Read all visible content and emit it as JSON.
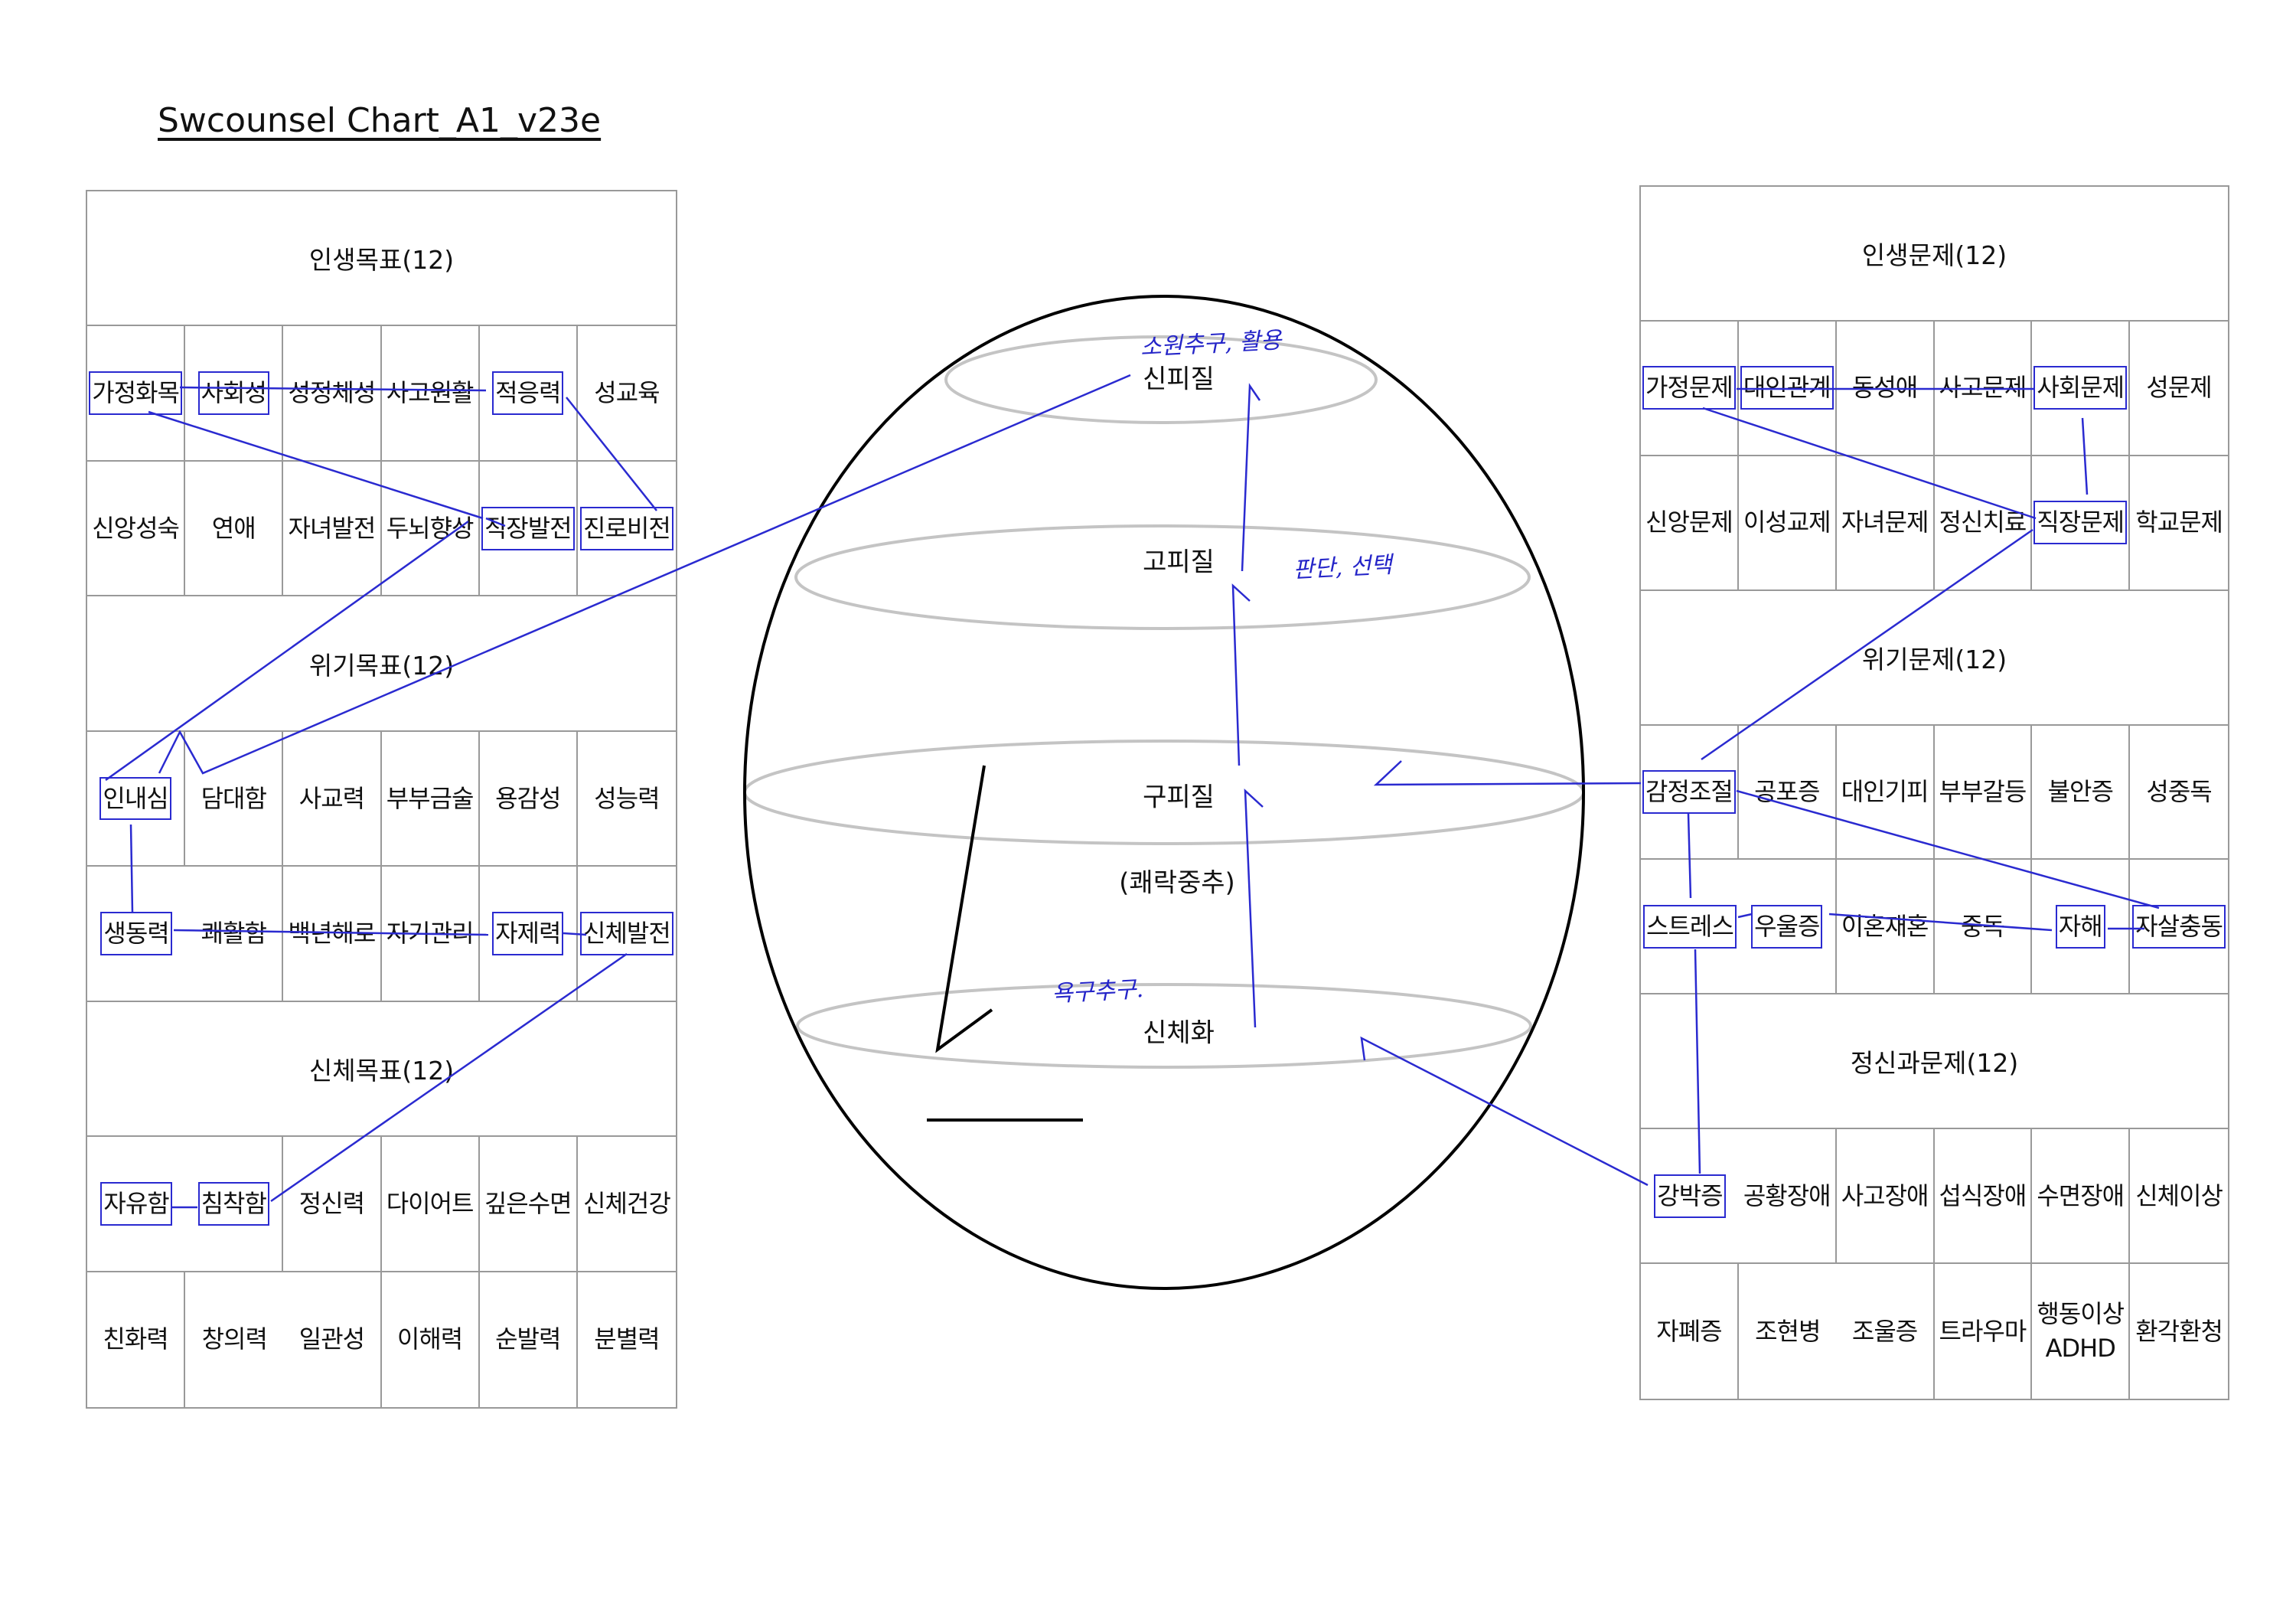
{
  "title": "Swcounsel Chart_A1_v23e",
  "left_table": {
    "sections": [
      {
        "title": "인생목표(12)",
        "rows": [
          [
            {
              "t": "가정화목",
              "b": true
            },
            {
              "t": "사회성",
              "b": true
            },
            {
              "t": "성정체성"
            },
            {
              "t": "사고원활"
            },
            {
              "t": "적응력",
              "b": true
            },
            {
              "t": "성교육"
            }
          ],
          [
            {
              "t": "신앙성숙"
            },
            {
              "t": "연애"
            },
            {
              "t": "자녀발전"
            },
            {
              "t": "두뇌향상"
            },
            {
              "t": "직장발전",
              "b": true
            },
            {
              "t": "진로비전",
              "b": true
            }
          ]
        ]
      },
      {
        "title": "위기목표(12)",
        "rows": [
          [
            {
              "t": "인내심",
              "b": true
            },
            {
              "t": "담대함"
            },
            {
              "t": "사교력"
            },
            {
              "t": "부부금술"
            },
            {
              "t": "용감성"
            },
            {
              "t": "성능력"
            }
          ],
          [
            {
              "t": "생동력",
              "b": true
            },
            {
              "t": "쾌활함"
            },
            {
              "t": "백년해로"
            },
            {
              "t": "자기관리"
            },
            {
              "t": "자제력",
              "b": true
            },
            {
              "t": "신체발전",
              "b": true
            }
          ]
        ]
      },
      {
        "title": "신체목표(12)",
        "rows": [
          [
            {
              "t": "자유함",
              "b": true
            },
            {
              "t": "침착함",
              "b": true
            },
            {
              "t": "정신력"
            },
            {
              "t": "다이어트"
            },
            {
              "t": "깊은수면"
            },
            {
              "t": "신체건강"
            }
          ],
          [
            {
              "t": "친화력"
            },
            {
              "t": "창의력"
            },
            {
              "t": "일관성"
            },
            {
              "t": "이해력"
            },
            {
              "t": "순발력"
            },
            {
              "t": "분별력"
            }
          ]
        ]
      }
    ]
  },
  "right_table": {
    "sections": [
      {
        "title": "인생문제(12)",
        "rows": [
          [
            {
              "t": "가정문제",
              "b": true
            },
            {
              "t": "대인관계",
              "b": true
            },
            {
              "t": "동성애"
            },
            {
              "t": "사고문제"
            },
            {
              "t": "사회문제",
              "b": true
            },
            {
              "t": "성문제"
            }
          ],
          [
            {
              "t": "신앙문제"
            },
            {
              "t": "이성교제"
            },
            {
              "t": "자녀문제"
            },
            {
              "t": "정신치료"
            },
            {
              "t": "직장문제",
              "b": true
            },
            {
              "t": "학교문제"
            }
          ]
        ]
      },
      {
        "title": "위기문제(12)",
        "rows": [
          [
            {
              "t": "감정조절",
              "b": true
            },
            {
              "t": "공포증"
            },
            {
              "t": "대인기피"
            },
            {
              "t": "부부갈등"
            },
            {
              "t": "불안증"
            },
            {
              "t": "성중독"
            }
          ],
          [
            {
              "t": "스트레스",
              "b": true
            },
            {
              "t": "우울증",
              "b": true
            },
            {
              "t": "이혼재혼"
            },
            {
              "t": "중독"
            },
            {
              "t": "자해",
              "b": true
            },
            {
              "t": "자살충동",
              "b": true
            }
          ]
        ]
      },
      {
        "title": "정신과문제(12)",
        "rows": [
          [
            {
              "t": "강박증",
              "b": true
            },
            {
              "t": "공황장애"
            },
            {
              "t": "사고장애"
            },
            {
              "t": "섭식장애"
            },
            {
              "t": "수면장애"
            },
            {
              "t": "신체이상"
            }
          ],
          [
            {
              "t": "자폐증"
            },
            {
              "t": "조현병"
            },
            {
              "t": "조울증"
            },
            {
              "t": "트라우마"
            },
            {
              "t": "행동이상\nADHD"
            },
            {
              "t": "환각환청"
            }
          ]
        ]
      }
    ]
  },
  "brain": {
    "layers": [
      "신피질",
      "고피질",
      "구피질",
      "(쾌락중추)",
      "신체화"
    ],
    "notes": [
      "소원추구, 활용",
      "판단, 선택",
      "욕구추구."
    ]
  },
  "colors": {
    "annotation": "#2424c8",
    "grid": "#999999",
    "layer_ring": "#c4c4c4"
  }
}
